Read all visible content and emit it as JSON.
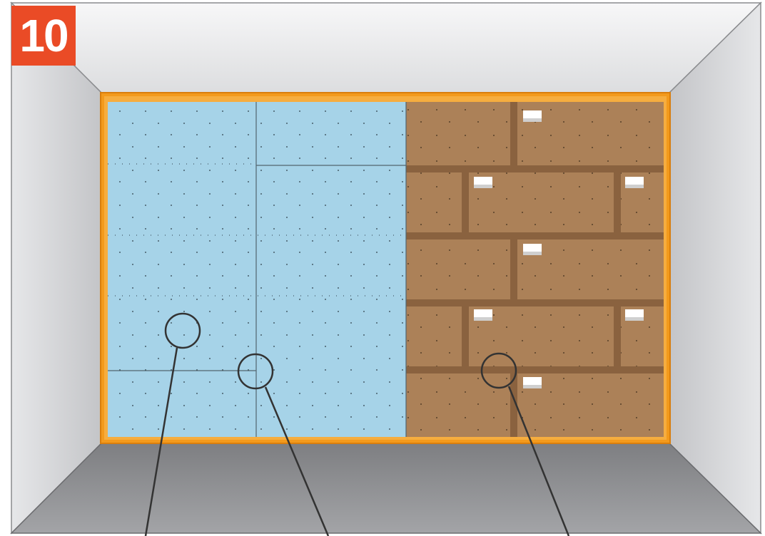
{
  "step_badge": {
    "number": "10",
    "color": "#ea4b26"
  },
  "colors": {
    "ceiling": "#e4e5e7",
    "side_wall": "#d6d7d9",
    "floor": "#8e8f92",
    "frame": "#f39a1c",
    "drywall": "#a6d3e8",
    "plywood": "#ac8158",
    "blocking": "#8a623f",
    "callout_line": "#333333"
  },
  "callouts": [
    {
      "name": "callout-drywall-field"
    },
    {
      "name": "callout-drywall-seam"
    },
    {
      "name": "callout-plywood-blocking"
    }
  ]
}
